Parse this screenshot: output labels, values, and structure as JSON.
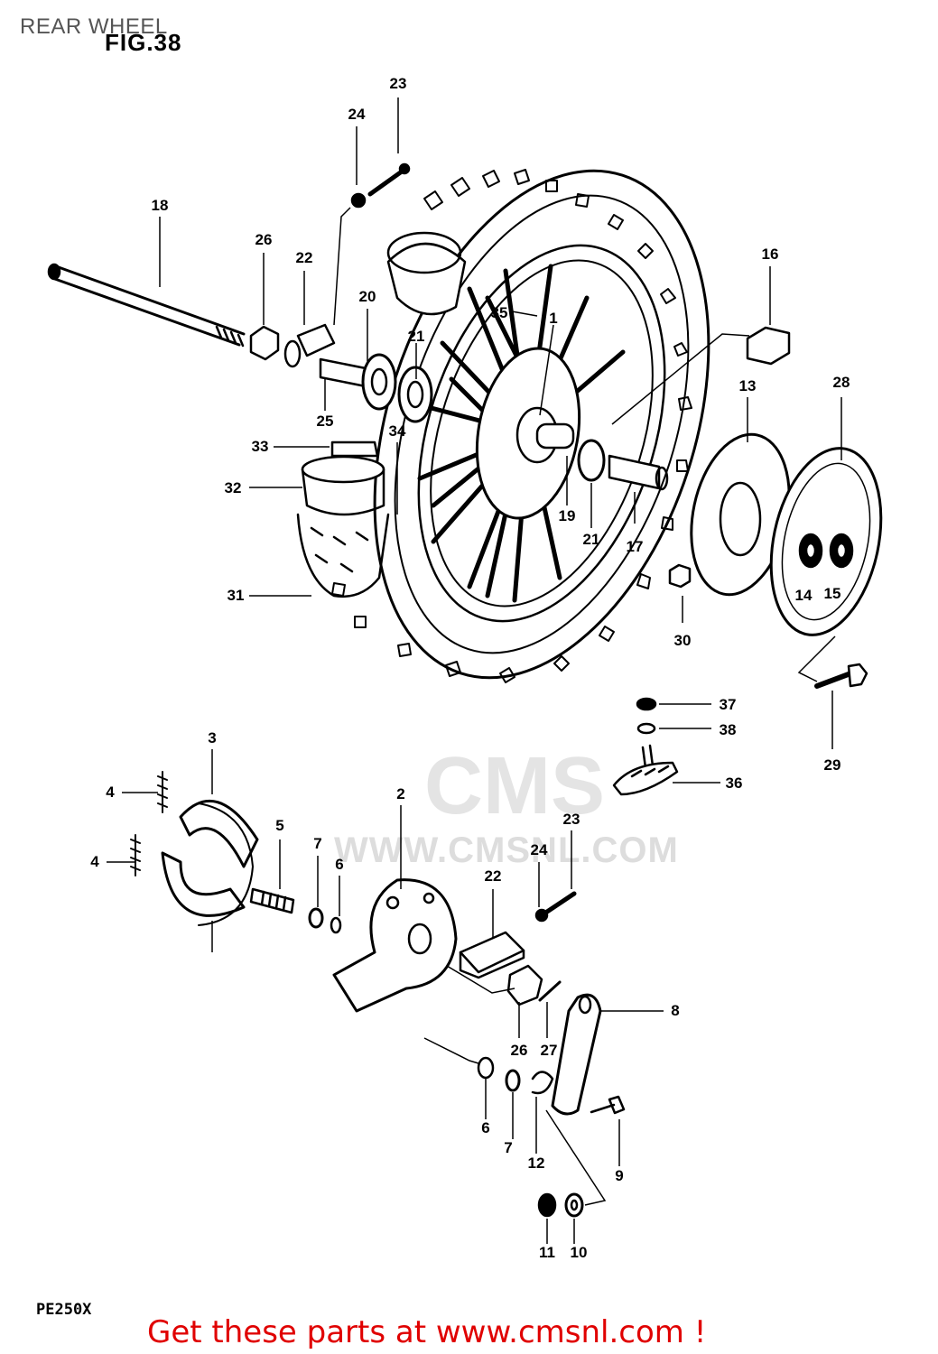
{
  "header": {
    "title": "REAR WHEEL",
    "figure": "FIG.38"
  },
  "model_code": "PE250X",
  "footer_text": "Get these parts at www.cmsnl.com !",
  "watermark": {
    "logo": "CMS",
    "url": "WWW.CMSNL.COM"
  },
  "colors": {
    "footer": "#e00000",
    "ink": "#000000",
    "watermark": "#dddddd"
  },
  "callouts": {
    "c1": "1",
    "c2": "2",
    "c3": "3",
    "c4a": "4",
    "c4b": "4",
    "c5": "5",
    "c6a": "6",
    "c6b": "6",
    "c7a": "7",
    "c7b": "7",
    "c8": "8",
    "c9": "9",
    "c10": "10",
    "c11": "11",
    "c12": "12",
    "c13": "13",
    "c14": "14",
    "c15": "15",
    "c16": "16",
    "c17": "17",
    "c18": "18",
    "c19": "19",
    "c20": "20",
    "c21a": "21",
    "c21b": "21",
    "c22a": "22",
    "c22b": "22",
    "c23a": "23",
    "c23b": "23",
    "c24a": "24",
    "c24b": "24",
    "c25": "25",
    "c26a": "26",
    "c26b": "26",
    "c27": "27",
    "c28": "28",
    "c29": "29",
    "c30": "30",
    "c31": "31",
    "c32": "32",
    "c33": "33",
    "c34": "34",
    "c35": "35",
    "c36": "36",
    "c37": "37",
    "c38": "38"
  }
}
